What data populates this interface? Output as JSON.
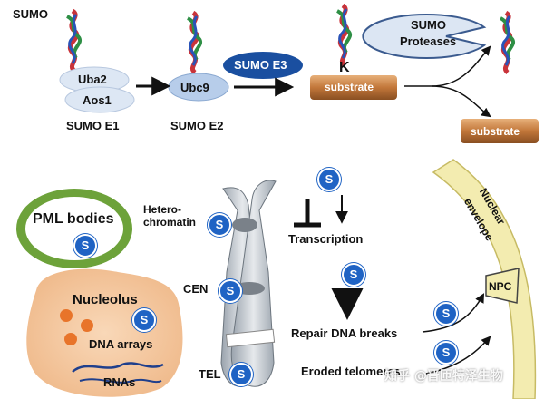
{
  "title": "SUMO",
  "e1": {
    "top": "Uba2",
    "bottom": "Aos1",
    "caption": "SUMO E1"
  },
  "e2": {
    "label": "Ubc9",
    "caption": "SUMO E2"
  },
  "e3": {
    "label": "SUMO E3"
  },
  "lysine": "K",
  "substrate": "substrate",
  "substrate_out": "substrate",
  "protease": {
    "line1": "SUMO",
    "line2": "Proteases"
  },
  "pml": "PML bodies",
  "nucleolus": {
    "title": "Nucleolus",
    "arrays": "DNA arrays",
    "rnas": "RNAs"
  },
  "heterochromatin": {
    "line1": "Hetero-",
    "line2": "chromatin"
  },
  "cen": "CEN",
  "tel": "TEL",
  "transcription": "Transcription",
  "repair": "Repair DNA breaks",
  "eroded": "Eroded telomeres",
  "npc": "NPC",
  "envelope": {
    "line1": "Nuclear",
    "line2": "envelope"
  },
  "s_badge": "S",
  "watermark": "知乎 @晋匝特泽生物",
  "colors": {
    "substrate": "#c2773a",
    "e3": "#1a4fa0",
    "ubc9": "#b7cdea",
    "pml_ring": "#6da23a",
    "nucleolus": "#f3c59e",
    "badge": "#1f63c4",
    "envelope": "#f3ecb0"
  }
}
